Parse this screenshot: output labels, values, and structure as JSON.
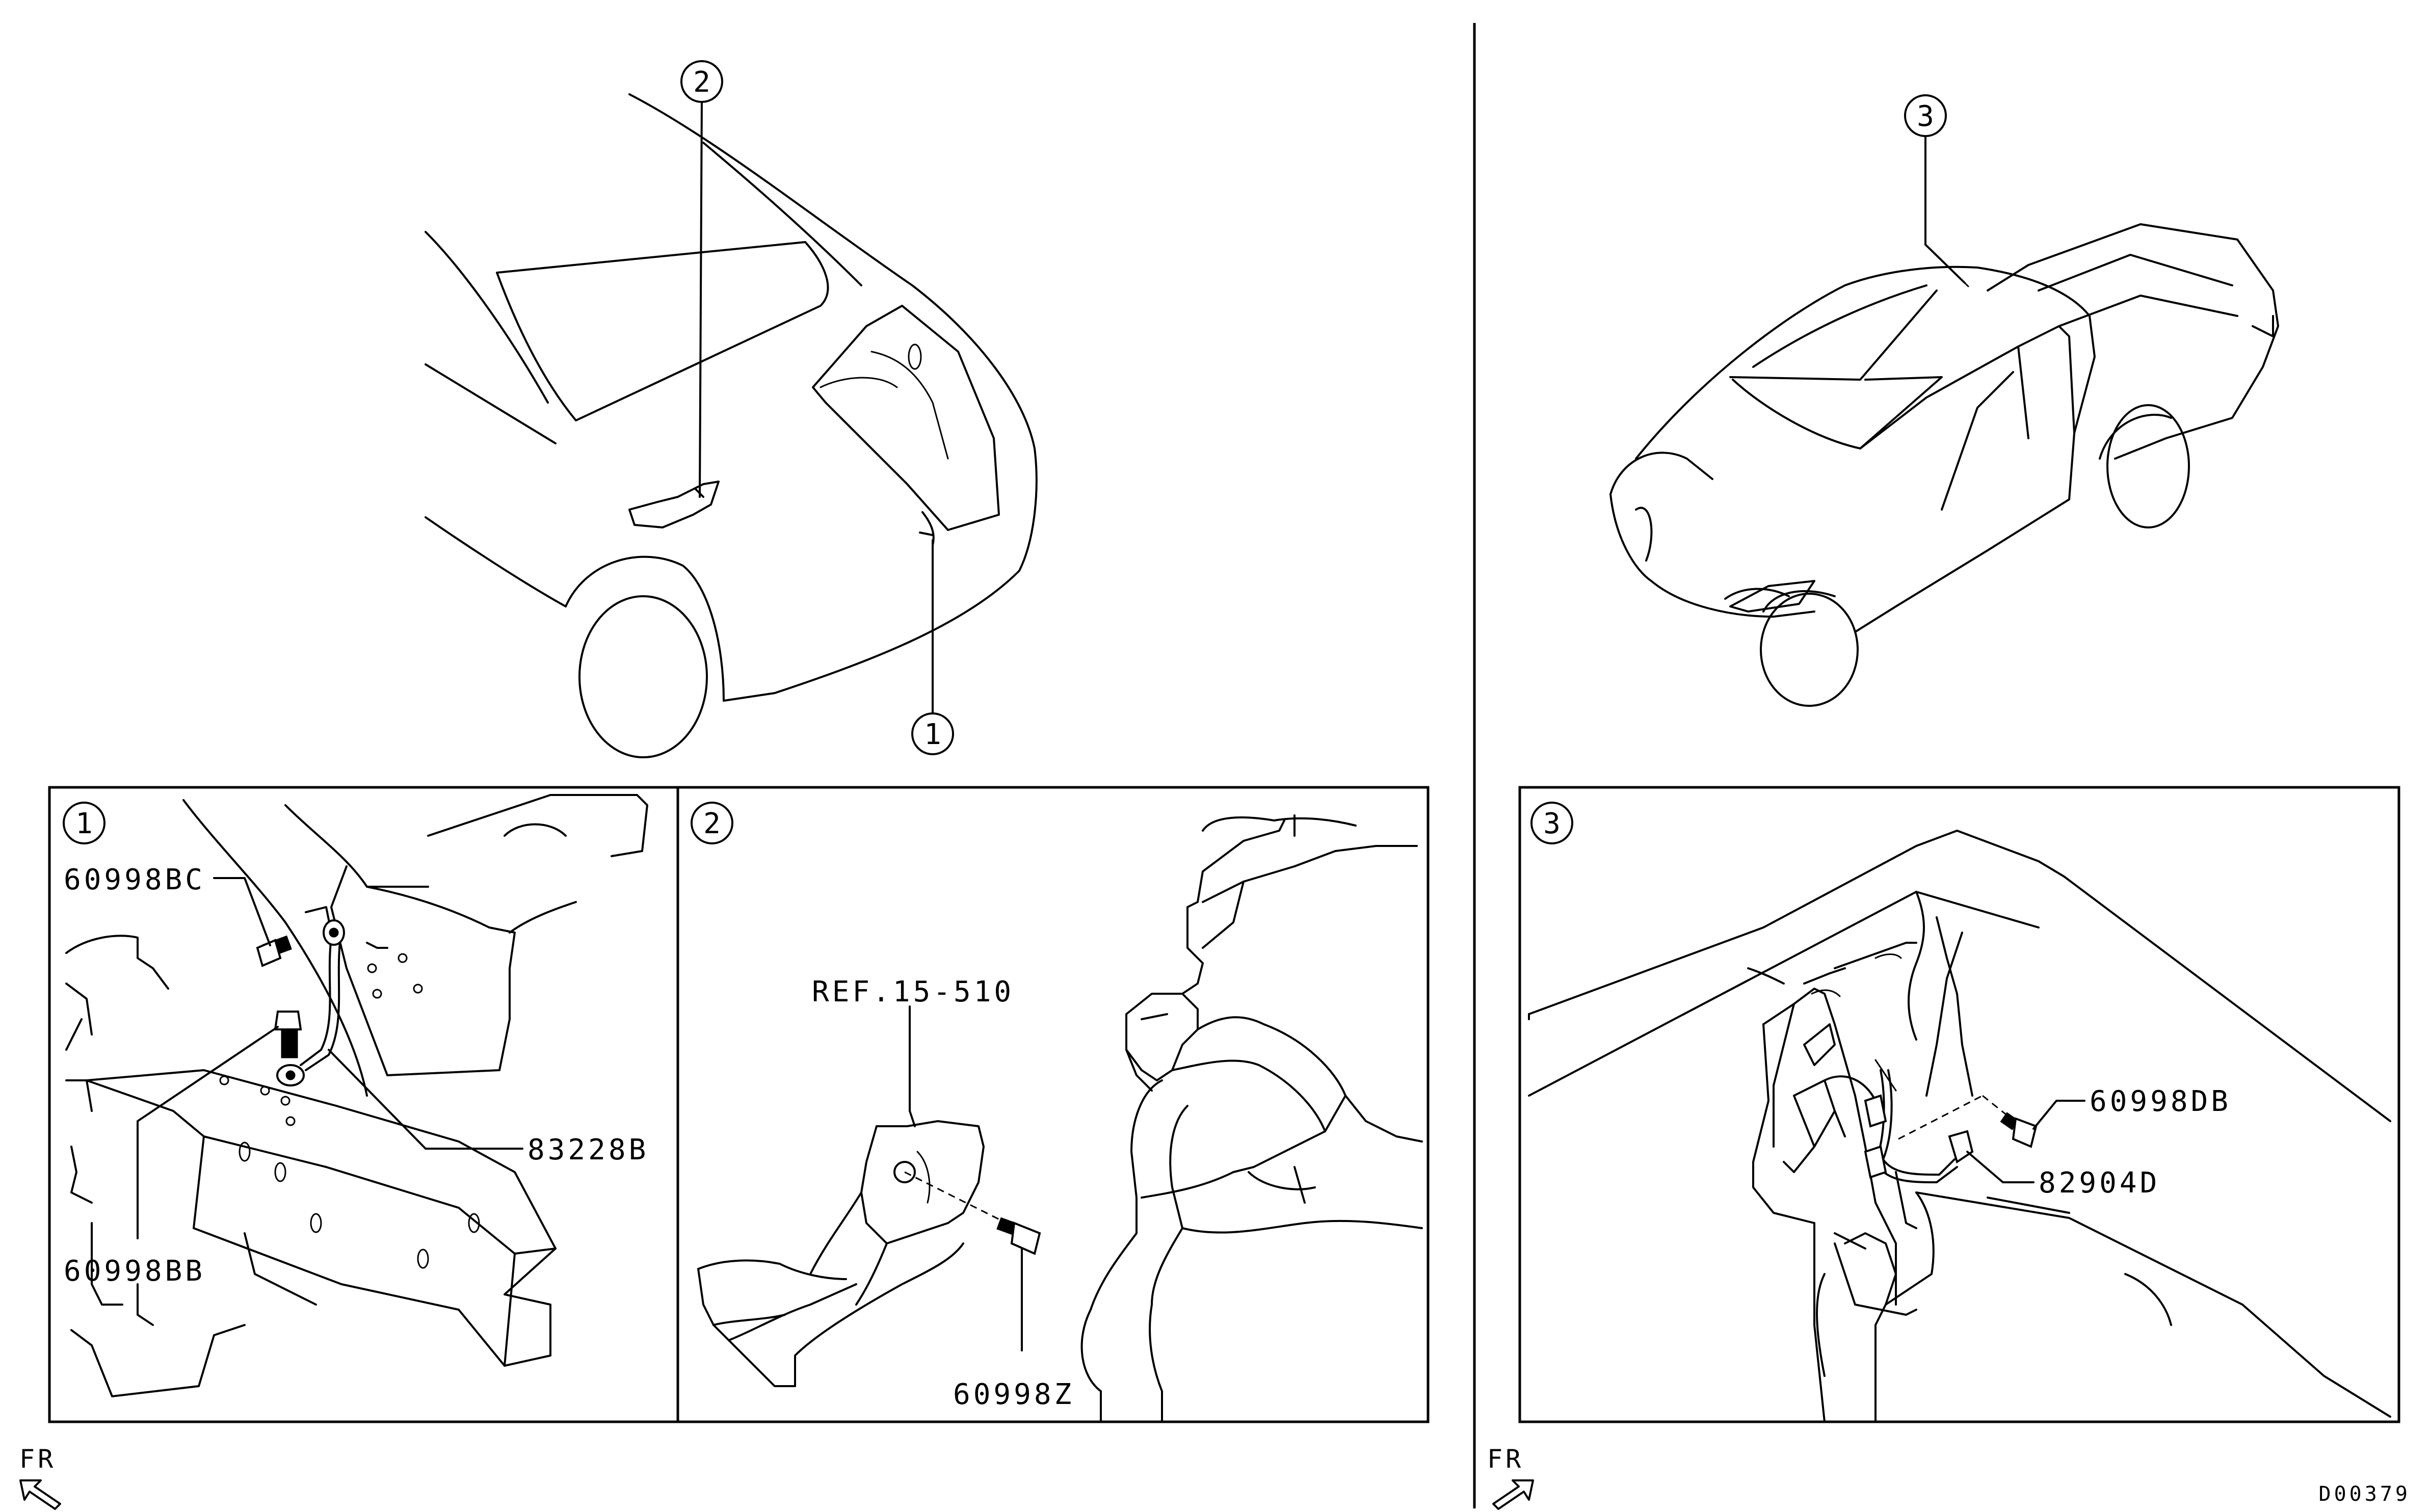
{
  "callouts": {
    "c1": "1",
    "c2": "2",
    "c3": "3"
  },
  "panels": {
    "p1": "1",
    "p2": "2",
    "p3": "3"
  },
  "parts": {
    "p1_bolt_upper": "60998BC",
    "p1_bolt_lower": "60998BB",
    "p1_ground_cable": "83228B",
    "p2_reference": "REF.15-510",
    "p2_bolt": "60998Z",
    "p3_bolt": "60998DB",
    "p3_ground_cable": "82904D"
  },
  "direction": {
    "front_left": "FR",
    "front_right": "FR"
  },
  "drawing_code": "D00379",
  "icons": {
    "front_arrow": "front-direction-arrow-icon"
  }
}
